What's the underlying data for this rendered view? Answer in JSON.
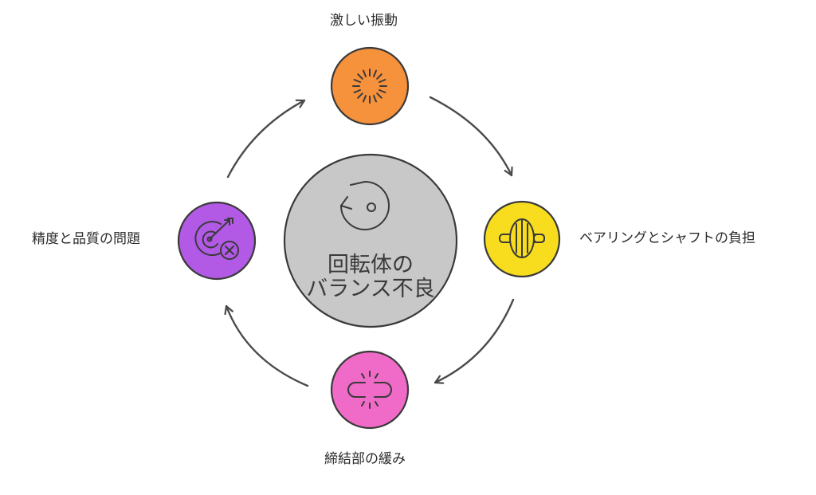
{
  "center": {
    "line1": "回転体の",
    "line2": "バランス不良",
    "icon": "rotate-ccw-icon"
  },
  "nodes": {
    "top": {
      "label": "激しい振動",
      "icon": "vibration-burst-icon",
      "color": "#f6913c"
    },
    "right": {
      "label": "ベアリングとシャフトの負担",
      "icon": "bearing-shaft-icon",
      "color": "#f8dc1e"
    },
    "bottom": {
      "label": "締結部の緩み",
      "icon": "broken-link-icon",
      "color": "#f06ac7"
    },
    "left": {
      "label": "精度と品質の問題",
      "icon": "target-miss-icon",
      "color": "#b25ae6"
    }
  },
  "colors": {
    "center": "#c8c8c8",
    "stroke": "#3a3a3a",
    "arrow": "#4a4a4a"
  }
}
